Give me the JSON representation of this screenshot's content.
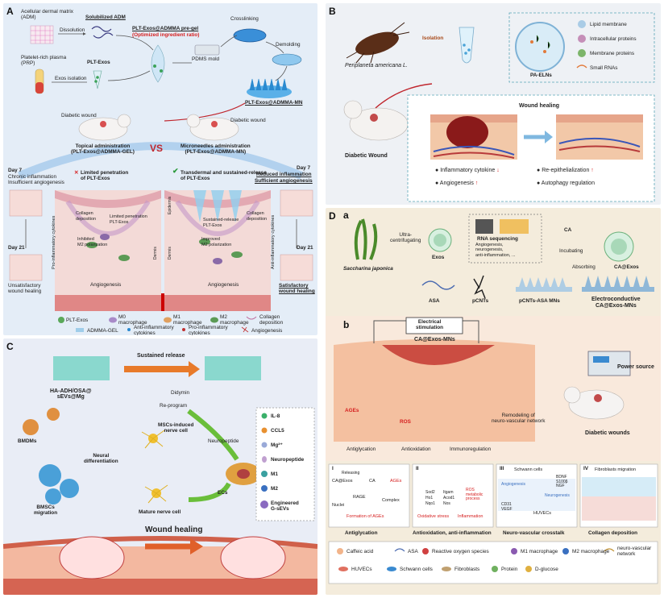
{
  "panel_a": {
    "label": "A",
    "adm": "Acellular dermal matrix\n(ADM)",
    "dissolution": "Dissolution",
    "solubilized_adm": "Solubilized ADM",
    "prp": "Platelet-rich plasma\n(PRP)",
    "plt_exos": "PLT-Exos",
    "exos_isolation": "Exos isolation",
    "pregel": "PLT-Exos@ADMMA pre-gel",
    "optimized": "(Optimized ingredient ratio)",
    "crosslinking": "Crosslinking",
    "pdms": "PDMS mold",
    "demolding": "Demolding",
    "mn": "PLT-Exos@ADMMA-MN",
    "diabetic_wound_1": "Diabetic wound",
    "diabetic_wound_2": "Diabetic wound",
    "topical": "Topical administration\n(PLT-Exos@ADMMA-GEL)",
    "vs": "VS",
    "microneedles": "Microneedles administration\n(PLT-Exos@ADMMA-MN)",
    "day7_left": "Day 7",
    "chronic": "Chronic inflammation\nInsufficient angiogenesis",
    "limited_pen": "Limited penetration\nof PLT-Exos",
    "transdermal": "Transdermal and sustained-release\nof PLT-Exos",
    "day7_right": "Day 7",
    "reduced": "Reduced inflammation",
    "sufficient": "Sufficient angiogenesis",
    "day21_left": "Day 21",
    "unsat": "Unsatisfactory\nwound healing",
    "day21_right": "Day 21",
    "sat": "Satisfactory\nwound healing",
    "angio_l": "Angiogenesis",
    "angio_r": "Angiogenesis",
    "pro_infl": "Pro-inflammatory cytokines",
    "anti_infl": "Anti-inflammatory cytokines",
    "collagen_l": "Collagen\ndeposition",
    "collagen_r": "Collagen\ndeposition",
    "inhibited": "Inhibited\nM2 polarization",
    "improved": "Improved\nM2 polarization",
    "limited_pen2": "Limited penetration\nPLT-Exos",
    "sustained_rel": "Sustained-release\nPLT-Exos",
    "dermis_l": "Dermis",
    "dermis_r": "Dermis",
    "epidermis": "Epidermis",
    "legend": [
      "PLT-Exos",
      "M0\nmacrophage",
      "M1\nmacrophage",
      "M2\nmacrophage",
      "Collagen\ndeposition",
      "ADMMA-GEL",
      "Anti-inflammatory\ncytokines",
      "Pro-inflammatory\ncytokines",
      "Angiogenesis"
    ]
  },
  "panel_b": {
    "label": "B",
    "species": "Periplaneta americana L.",
    "isolation": "Isolation",
    "pa_elns": "PA-ELNs",
    "legend": [
      "Lipid membrane",
      "Intracellular proteins",
      "Membrane proteins",
      "Small RNAs"
    ],
    "diabetic_wound": "Diabetic Wound",
    "wound_healing": "Wound healing",
    "effects": [
      "Inflammatory cytokine",
      "Re-epithelialization",
      "Angiogenesis",
      "Autophagy regulation"
    ],
    "arrows": [
      "↓",
      "↑",
      "↑",
      ""
    ]
  },
  "panel_c": {
    "label": "C",
    "sustained": "Sustained release",
    "hydrogel": "HA-ADH/OSA@\nsEVs@Mg",
    "didymin": "Didymin",
    "reprogram": "Re-program",
    "bmdms": "BMDMs",
    "mscs_nerve": "MSCs-induced\nnerve cell",
    "neural_diff": "Neural\ndifferentiation",
    "neuropeptide": "Neuropeptide",
    "ecs": "ECs",
    "mature": "Mature nerve cell",
    "bmscs": "BMSCs\nmigration",
    "wound_healing": "Wound healing",
    "legend": [
      "IL-8",
      "CCL5",
      "Mg²⁺",
      "Neuropeptide",
      "M1",
      "M2",
      "Engineered\nG-sEVs"
    ]
  },
  "panel_d": {
    "label": "D",
    "sub_a": "a",
    "sub_b": "b",
    "species": "Saccharina japonica",
    "ultracentrifugating": "Ultra-\ncentrifugating",
    "exos": "Exos",
    "rna_seq": "RNA sequencing",
    "rna_list": "Angiogenesis,\nneurogenesis,\nanti-inflammation, ...",
    "ca": "CA",
    "incubating": "Incubating",
    "absorbing": "Absorbing",
    "ca_exos": "CA@Exos",
    "asa": "ASA",
    "pcnts": "pCNTs",
    "pcnts_mns": "pCNTs-ASA MNs",
    "electro": "Electroconductive\nCA@Exos-MNs",
    "electrical": "Electrical\nstimulation",
    "ca_exos_mns": "CA@Exos-MNs",
    "power": "Power source",
    "diabetic_wounds": "Diabetic wounds",
    "remodeling": "Remodeling of\nneuro-vascular network",
    "b_labels": [
      "Antiglycation",
      "Antioxidation",
      "Immunoregulation"
    ],
    "ages": "AGEs",
    "ros": "ROS",
    "panels": [
      {
        "num": "I",
        "title": "Antiglycation"
      },
      {
        "num": "II",
        "title": "Antioxidation, anti-inflammation"
      },
      {
        "num": "III",
        "title": "Neuro-vascular crosstalk"
      },
      {
        "num": "IV",
        "title": "Collagen deposition"
      }
    ],
    "sub_texts": {
      "i1": "Releasing",
      "i2": "CA@Exos",
      "i3": "CA",
      "i4": "AGEs",
      "i5": "RAGE",
      "i6": "Complex",
      "i7": "Nuclei",
      "i8": "Formation of AGEs",
      "ii1": "Sod2",
      "ii2": "Ho1",
      "ii3": "Nqo1",
      "ii4": "Itgam",
      "ii5": "Acod1",
      "ii6": "Nos",
      "ii7": "ROS\nmetabolic\nprocess",
      "ii8": "Oxidative stress",
      "ii9": "Inflammation",
      "iii1": "Schwann cells",
      "iii2": "BDNF\nS100β\nNGF",
      "iii3": "Neurogenesis",
      "iii4": "CD31\nVEGF",
      "iii5": "HUVECs",
      "iii6": "Angiogenesis",
      "iv1": "Fibroblasts migration"
    },
    "legend": [
      "Caffeic acid",
      "ASA",
      "Reactive oxygen species",
      "M1 macrophage",
      "M2 macrophage",
      "neuro-vascular network",
      "HUVECs",
      "Schwann cells",
      "Fibroblasts",
      "Protein",
      "D-glucose"
    ]
  },
  "colors": {
    "panel_a_bg": "#e4edf7",
    "panel_b_bg": "#eef1f5",
    "panel_c_bg": "#e9edf6",
    "panel_d_bg": "#f4ecdc",
    "accent_red": "#d62020",
    "vs_red": "#c0262d"
  }
}
